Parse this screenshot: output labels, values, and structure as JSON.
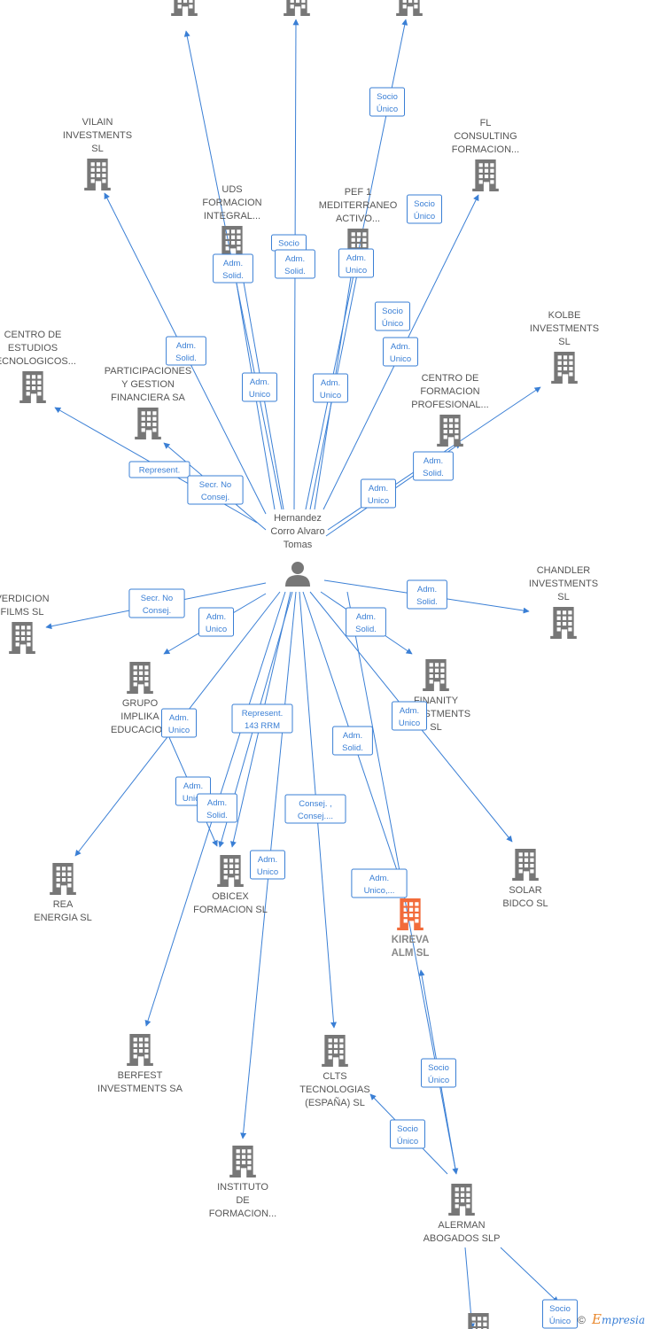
{
  "center_person": {
    "name": "Hernandez Corro Alvaro Tomas",
    "lines": [
      "Hernandez",
      "Corro Alvaro",
      "Tomas"
    ],
    "icon": "person-icon"
  },
  "colors": {
    "edge": "#3a7fd5",
    "building": "#777777",
    "highlight": "#f26b3a"
  },
  "companies": [
    {
      "id": "top1",
      "lines": []
    },
    {
      "id": "top2",
      "lines": []
    },
    {
      "id": "top3",
      "lines": []
    },
    {
      "id": "vilain",
      "lines": [
        "VILAIN",
        "INVESTMENTS",
        "SL"
      ]
    },
    {
      "id": "fl",
      "lines": [
        "FL",
        "CONSULTING",
        "FORMACION..."
      ]
    },
    {
      "id": "uds",
      "lines": [
        "UDS",
        "FORMACION",
        "INTEGRAL..."
      ]
    },
    {
      "id": "pef",
      "lines": [
        "PEF 1",
        "MEDITERRANEO",
        "ACTIVO..."
      ]
    },
    {
      "id": "centro_estudios",
      "lines": [
        "CENTRO DE",
        "ESTUDIOS",
        "TECNOLOGICOS..."
      ]
    },
    {
      "id": "participaciones",
      "lines": [
        "PARTICIPACIONES",
        "Y GESTION",
        "FINANCIERA SA"
      ]
    },
    {
      "id": "kolbe",
      "lines": [
        "KOLBE",
        "INVESTMENTS",
        "SL"
      ]
    },
    {
      "id": "centro_formacion",
      "lines": [
        "CENTRO DE",
        "FORMACION",
        "PROFESIONAL..."
      ]
    },
    {
      "id": "verdicion",
      "lines": [
        "VERDICION",
        "FILMS  SL"
      ]
    },
    {
      "id": "chandler",
      "lines": [
        "CHANDLER",
        "INVESTMENTS",
        "SL"
      ]
    },
    {
      "id": "grupo_implika",
      "lines": [
        "GRUPO",
        "IMPLIKA",
        "EDUCACION"
      ]
    },
    {
      "id": "finanity",
      "lines": [
        "FINANITY",
        "INVESTMENTS",
        "SL"
      ]
    },
    {
      "id": "rea",
      "lines": [
        "REA",
        "ENERGIA  SL"
      ]
    },
    {
      "id": "obicex",
      "lines": [
        "OBICEX",
        "FORMACION  SL"
      ]
    },
    {
      "id": "solar",
      "lines": [
        "SOLAR",
        "BIDCO  SL"
      ]
    },
    {
      "id": "kireva",
      "lines": [
        "KIREVA",
        "ALM  SL"
      ],
      "highlight": true
    },
    {
      "id": "berfest",
      "lines": [
        "BERFEST",
        "INVESTMENTS SA"
      ]
    },
    {
      "id": "clts",
      "lines": [
        "CLTS",
        "TECNOLOGIAS",
        "(ESPAÑA)  SL"
      ]
    },
    {
      "id": "instituto",
      "lines": [
        "INSTITUTO",
        "DE",
        "FORMACION..."
      ]
    },
    {
      "id": "alerman",
      "lines": [
        "ALERMAN",
        "ABOGADOS  SLP"
      ]
    },
    {
      "id": "bottom",
      "lines": []
    }
  ],
  "edge_labels": [
    {
      "id": "l1",
      "lines": [
        "Socio",
        "Único"
      ]
    },
    {
      "id": "l2",
      "lines": [
        "Socio",
        "Único"
      ]
    },
    {
      "id": "l3",
      "lines": [
        "Socio"
      ]
    },
    {
      "id": "l4",
      "lines": [
        "Adm.",
        "Solid."
      ]
    },
    {
      "id": "l5",
      "lines": [
        "Adm.",
        "Solid."
      ]
    },
    {
      "id": "l6",
      "lines": [
        "Adm.",
        "Unico"
      ]
    },
    {
      "id": "l7",
      "lines": [
        "Socio",
        "Único"
      ]
    },
    {
      "id": "l8",
      "lines": [
        "Adm.",
        "Unico"
      ]
    },
    {
      "id": "l9",
      "lines": [
        "Adm.",
        "Solid."
      ]
    },
    {
      "id": "l10",
      "lines": [
        "Adm.",
        "Unico"
      ]
    },
    {
      "id": "l11",
      "lines": [
        "Adm.",
        "Unico"
      ]
    },
    {
      "id": "l12",
      "lines": [
        "Represent."
      ]
    },
    {
      "id": "l13",
      "lines": [
        "Secr.  No",
        "Consej."
      ]
    },
    {
      "id": "l14",
      "lines": [
        "Adm.",
        "Solid."
      ]
    },
    {
      "id": "l15",
      "lines": [
        "Adm.",
        "Unico"
      ]
    },
    {
      "id": "l16",
      "lines": [
        "Secr.  No",
        "Consej."
      ]
    },
    {
      "id": "l17",
      "lines": [
        "Adm.",
        "Unico"
      ]
    },
    {
      "id": "l18",
      "lines": [
        "Adm.",
        "Solid."
      ]
    },
    {
      "id": "l19",
      "lines": [
        "Adm.",
        "Solid."
      ]
    },
    {
      "id": "l20",
      "lines": [
        "Adm.",
        "Unico"
      ]
    },
    {
      "id": "l21",
      "lines": [
        "Represent.",
        "143 RRM"
      ]
    },
    {
      "id": "l22",
      "lines": [
        "Adm.",
        "Unico"
      ]
    },
    {
      "id": "l23",
      "lines": [
        "Adm.",
        "Solid."
      ]
    },
    {
      "id": "l24",
      "lines": [
        "Adm.",
        "Unico"
      ]
    },
    {
      "id": "l25",
      "lines": [
        "Adm.",
        "Solid."
      ]
    },
    {
      "id": "l26",
      "lines": [
        "Consej. ,",
        "Consej...."
      ]
    },
    {
      "id": "l27",
      "lines": [
        "Adm.",
        "Unico"
      ]
    },
    {
      "id": "l28",
      "lines": [
        "Adm.",
        "Unico,..."
      ]
    },
    {
      "id": "l29",
      "lines": [
        "Socio",
        "Único"
      ]
    },
    {
      "id": "l30",
      "lines": [
        "Socio",
        "Único"
      ]
    },
    {
      "id": "l31",
      "lines": [
        "Socio",
        "Único"
      ]
    }
  ],
  "brand": {
    "copyright": "©",
    "initial": "E",
    "rest": "mpresia"
  }
}
